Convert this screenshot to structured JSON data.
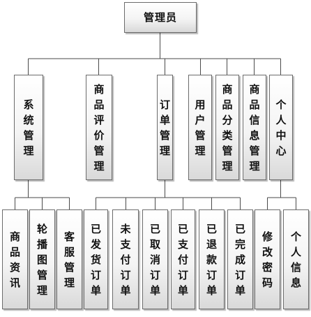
{
  "root": {
    "label": "管理员"
  },
  "level1": [
    {
      "id": "system",
      "label": "系统管理"
    },
    {
      "id": "review",
      "label": "商品评价管理"
    },
    {
      "id": "order",
      "label": "订单管理"
    },
    {
      "id": "user",
      "label": "用户管理"
    },
    {
      "id": "category",
      "label": "商品分类管理"
    },
    {
      "id": "goods",
      "label": "商品信息管理"
    },
    {
      "id": "personal",
      "label": "个人中心"
    }
  ],
  "level2": {
    "system": [
      "商品资讯",
      "轮播图管理",
      "客服管理"
    ],
    "order": [
      "已发货订单",
      "未支付订单",
      "已取消订单",
      "已支付订单",
      "已退款订单",
      "已完成订单"
    ],
    "personal": [
      "修改密码",
      "个人信息"
    ]
  }
}
